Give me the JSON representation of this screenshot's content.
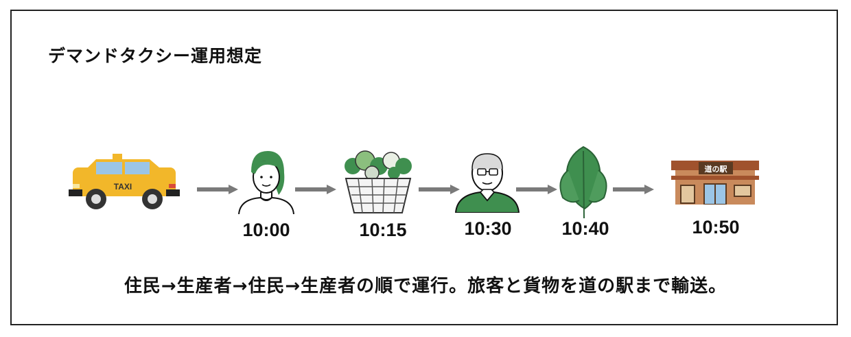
{
  "title": "デマンドタクシー運用想定",
  "caption": "住民→生産者→住民→生産者の順で運行。旅客と貨物を道の駅まで輸送。",
  "taxi_sign": "TAXI",
  "station_sign": "道の駅",
  "steps": [
    {
      "icon": "taxi-icon",
      "time": ""
    },
    {
      "icon": "resident-woman-icon",
      "time": "10:00"
    },
    {
      "icon": "vegetable-basket-icon",
      "time": "10:15"
    },
    {
      "icon": "elderly-man-icon",
      "time": "10:30"
    },
    {
      "icon": "spinach-icon",
      "time": "10:40"
    },
    {
      "icon": "roadside-station-icon",
      "time": "10:50"
    }
  ],
  "colors": {
    "taxi": "#f2b72a",
    "green": "#3f8f4f",
    "arrow": "#7a7a7a",
    "brick": "#a0522d"
  }
}
